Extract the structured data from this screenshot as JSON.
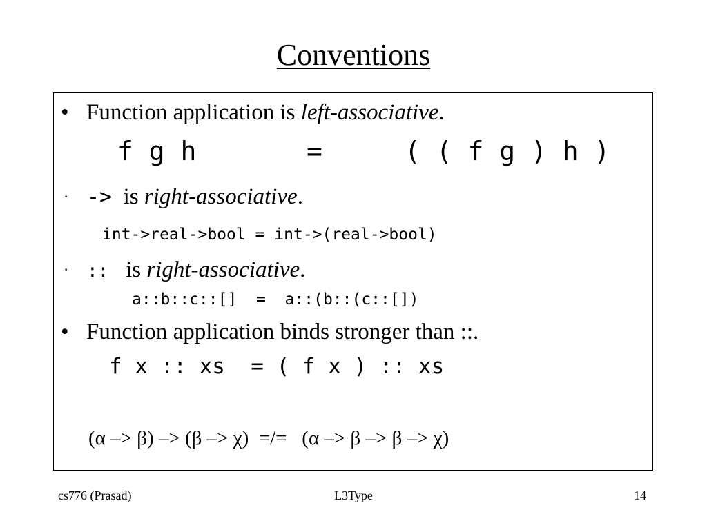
{
  "slide": {
    "title": "Conventions"
  },
  "content": {
    "bullet1": {
      "marker": "•",
      "text_before": "Function application is ",
      "text_italic": "left-associative",
      "text_after": "."
    },
    "example1": {
      "lhs": "f g h",
      "eq": "=",
      "rhs": "( ( f g ) h )"
    },
    "bullet2": {
      "marker": "·",
      "operator": "->",
      "text_before": "is ",
      "text_italic": "right-associative",
      "text_after": "."
    },
    "example2": "int->real->bool = int->(real->bool)",
    "bullet3": {
      "marker": "·",
      "operator": "::",
      "text_before": "is ",
      "text_italic": "right-associative",
      "text_after": "."
    },
    "example3": "a::b::c::[]  =  a::(b::(c::[])",
    "bullet4": {
      "marker": "•",
      "text": "Function application binds stronger than ::."
    },
    "example4": "f x :: xs  = ( f x ) :: xs",
    "formula": "(α –> β) –> (β –> χ)  =/=   (α –> β –> β –> χ)"
  },
  "footer": {
    "left": "cs776 (Prasad)",
    "center": "L3Type",
    "right": "14"
  }
}
